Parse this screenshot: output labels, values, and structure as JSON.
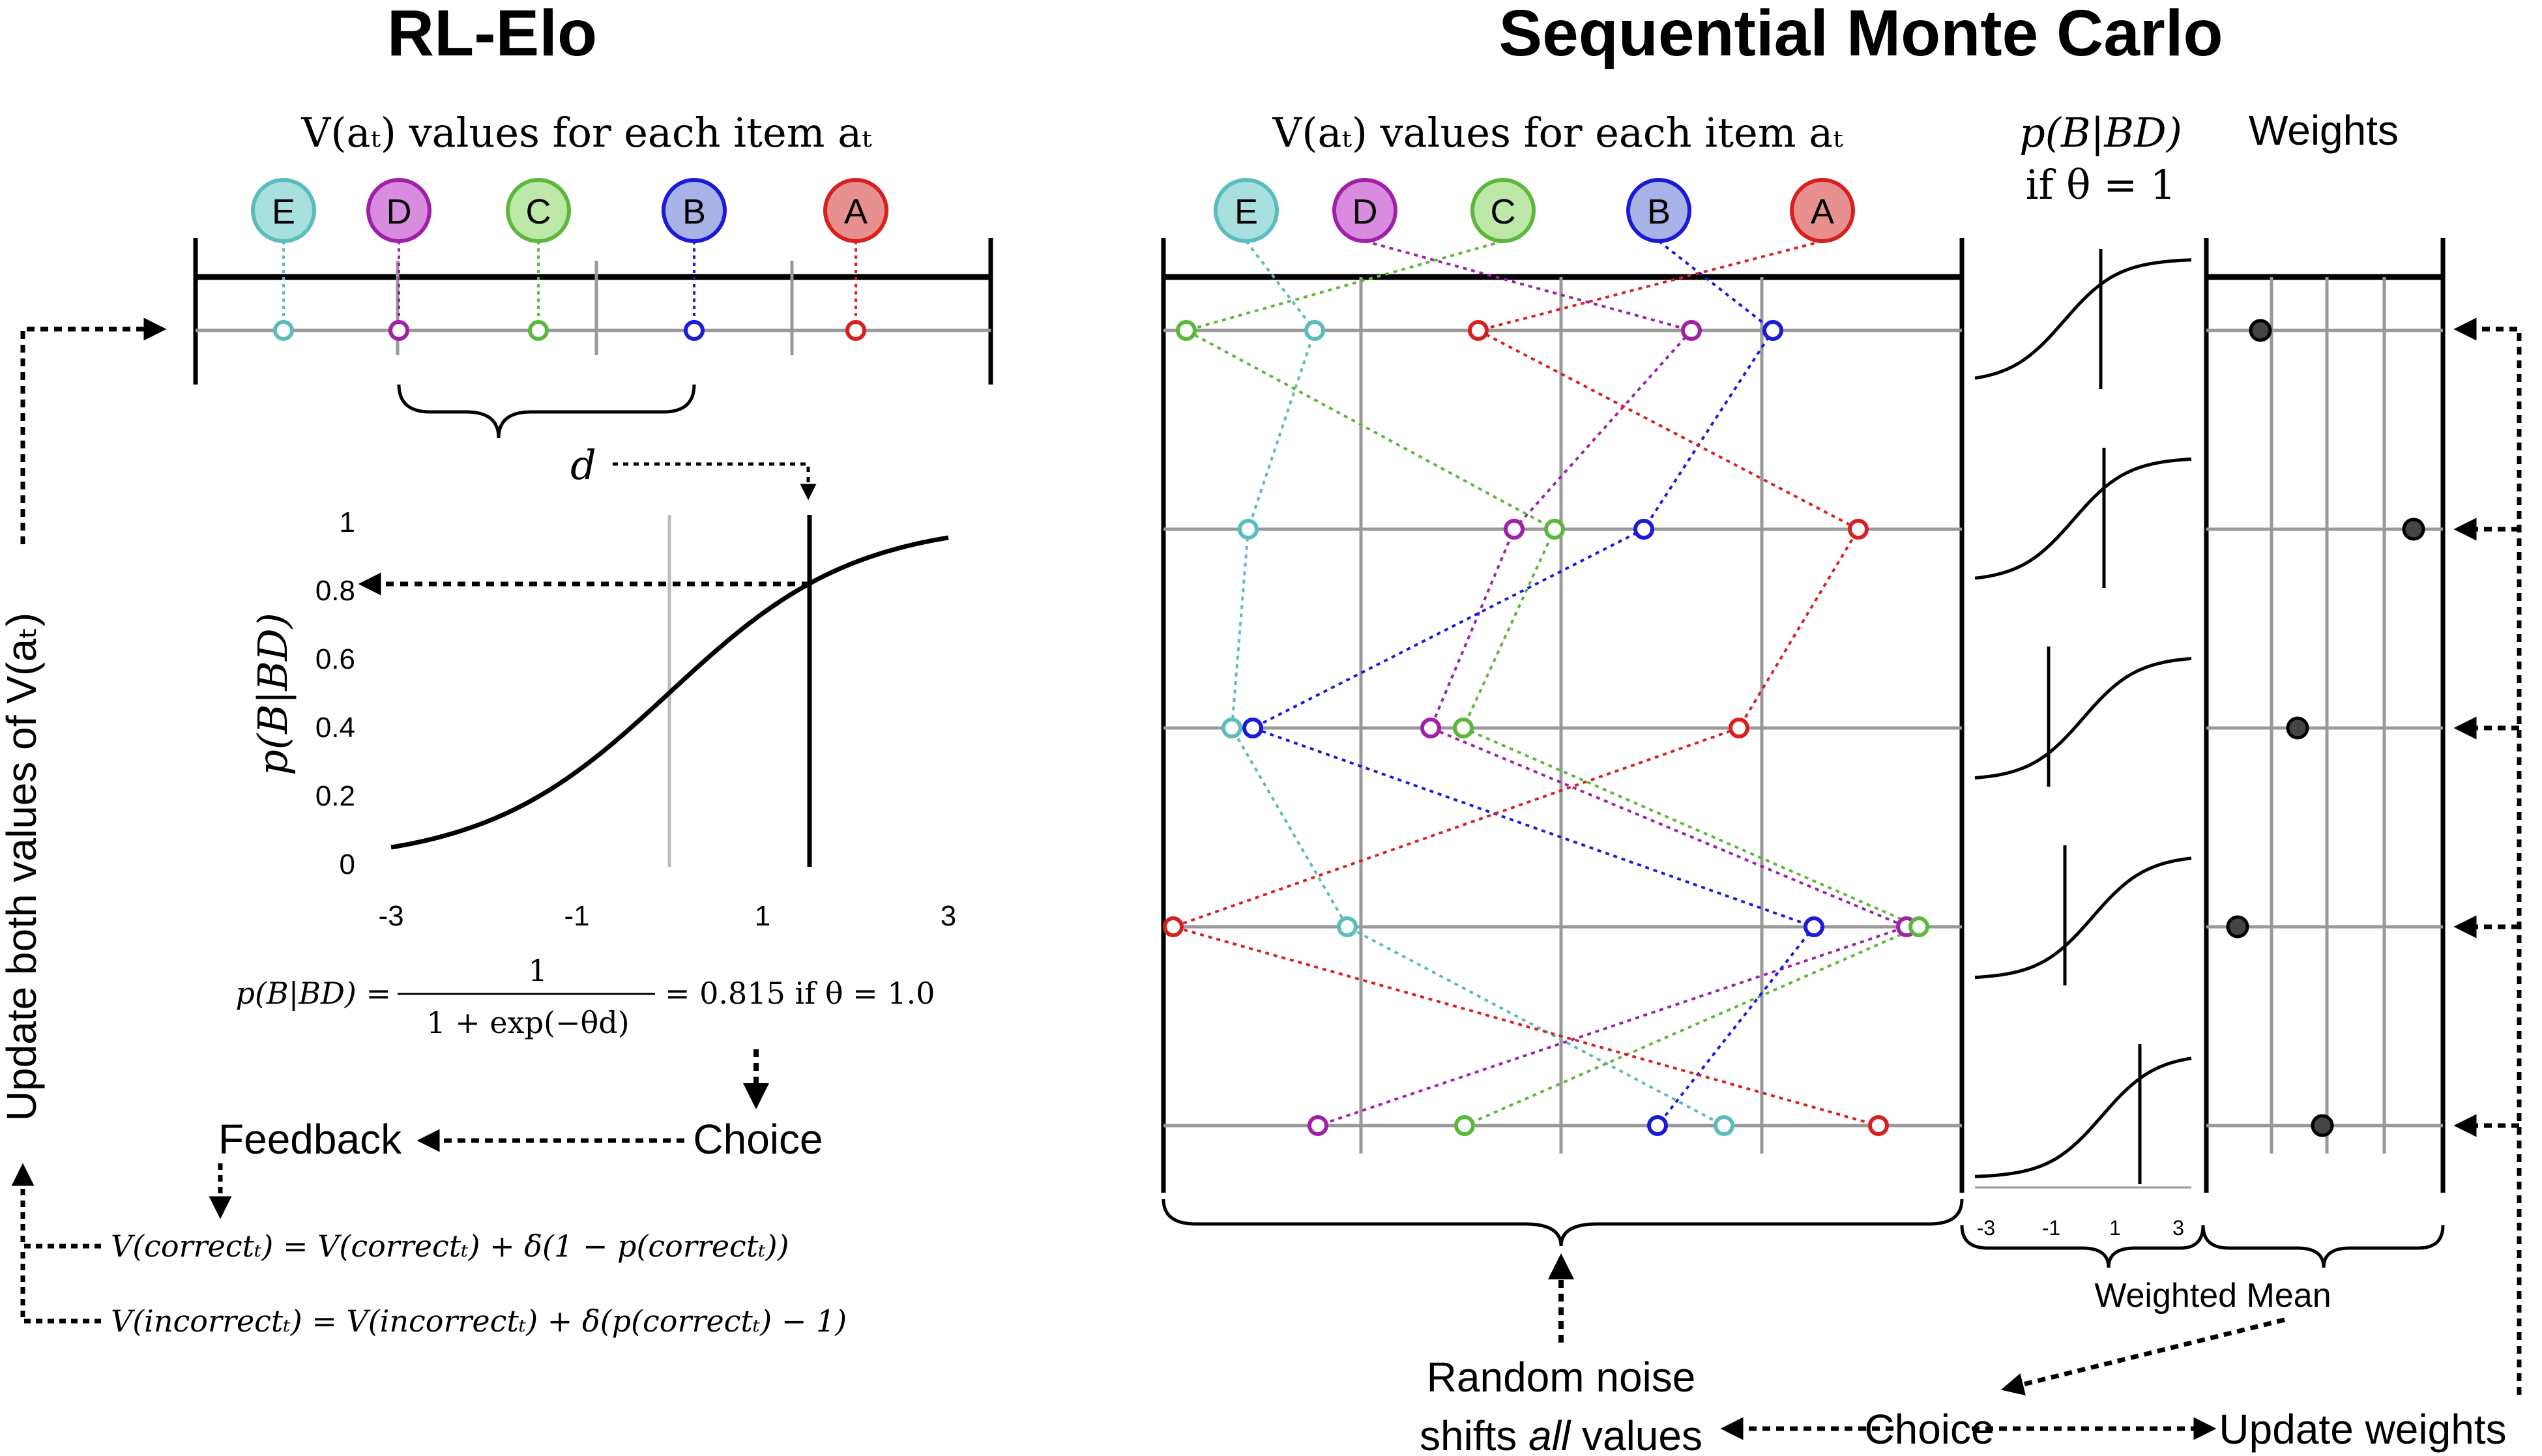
{
  "rl_elo": {
    "title": "RL-Elo",
    "values_label": "V(aₜ) values for each item aₜ",
    "d_label": "d",
    "y_axis_label": "p(B|BD)",
    "y_ticks": [
      "1",
      "0.8",
      "0.6",
      "0.4",
      "0.2",
      "0"
    ],
    "x_ticks": [
      "-3",
      "-1",
      "1",
      "3"
    ],
    "equation_lhs": "p(B|BD) =",
    "equation_num": "1",
    "equation_den": "1 + exp(−θd)",
    "equation_rhs": "= 0.815 if θ = 1.0",
    "choice": "Choice",
    "feedback": "Feedback",
    "update_correct": "V(correctₜ) = V(correctₜ) + δ(1 − p(correctₜ))",
    "update_incorrect": "V(incorrectₜ) = V(incorrectₜ) + δ(p(correctₜ) − 1)",
    "side_label": "Update both values of V(aₜ)",
    "items": [
      {
        "label": "E",
        "fill": "#a8e0e0",
        "stroke": "#5bbcbc"
      },
      {
        "label": "D",
        "fill": "#d98be0",
        "stroke": "#a020a8"
      },
      {
        "label": "C",
        "fill": "#bde8a8",
        "stroke": "#5cb83c"
      },
      {
        "label": "B",
        "fill": "#a8b4e8",
        "stroke": "#1a1ad8"
      },
      {
        "label": "A",
        "fill": "#e89090",
        "stroke": "#d82020"
      }
    ]
  },
  "smc": {
    "title": "Sequential Monte Carlo",
    "values_label": "V(aₜ) values for each item aₜ",
    "prob_label_1": "p(B|BD)",
    "prob_label_2": "if θ = 1",
    "weights_label": "Weights",
    "mini_x_ticks": [
      "-3",
      "-1",
      "1",
      "3"
    ],
    "weighted_mean": "Weighted Mean",
    "noise_line1": "Random noise",
    "noise_line2a": "shifts ",
    "noise_line2b": "all",
    "noise_line2c": " values",
    "choice": "Choice",
    "update_weights": "Update weights"
  }
}
